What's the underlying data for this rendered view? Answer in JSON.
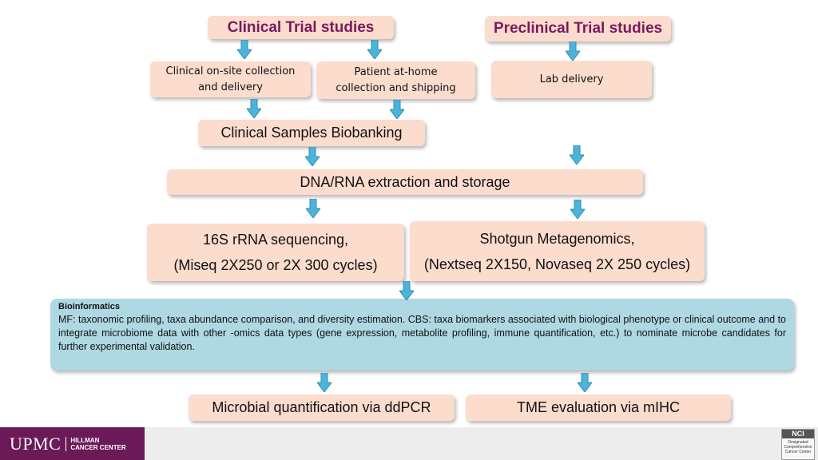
{
  "clinical_header": "Clinical Trial studies",
  "preclinical_header": "Preclinical Trial studies",
  "onsite_collection": [
    "Clinical on-site collection",
    "and delivery"
  ],
  "athome_collection": [
    "Patient at-home",
    "collection and shipping"
  ],
  "lab_delivery": "Lab delivery",
  "biobanking": "Clinical Samples Biobanking",
  "extraction": "DNA/RNA extraction and storage",
  "sequencing_16s": [
    "16S rRNA sequencing,",
    "(Miseq 2X250 or 2X 300 cycles)"
  ],
  "shotgun": [
    "Shotgun Metagenomics,",
    "(Nextseq 2X150, Novaseq 2X 250 cycles)"
  ],
  "bioinformatics": {
    "title": "Bioinformatics",
    "text": "MF: taxonomic profiling, taxa abundance comparison, and diversity estimation. CBS: taxa biomarkers associated with biological phenotype or clinical outcome and to integrate microbiome data with other -omics data types (gene expression, metabolite profiling, immune quantification, etc.) to nominate microbe candidates for further experimental validation."
  },
  "ddpcr": "Microbial quantification via ddPCR",
  "tme": "TME evaluation via mIHC",
  "footer": {
    "logo": "UPMC",
    "sub": [
      "HILLMAN",
      "CANCER CENTER"
    ],
    "nci": "NCI",
    "nci_sub": [
      "Designated",
      "Comprehensive",
      "Cancer Center"
    ]
  },
  "colors": {
    "box": "#fbdccd",
    "bio_box": "#aed8e2",
    "arrow": "#4fb3d9",
    "title": "#7a1a5f",
    "brand": "#6b1a57"
  }
}
